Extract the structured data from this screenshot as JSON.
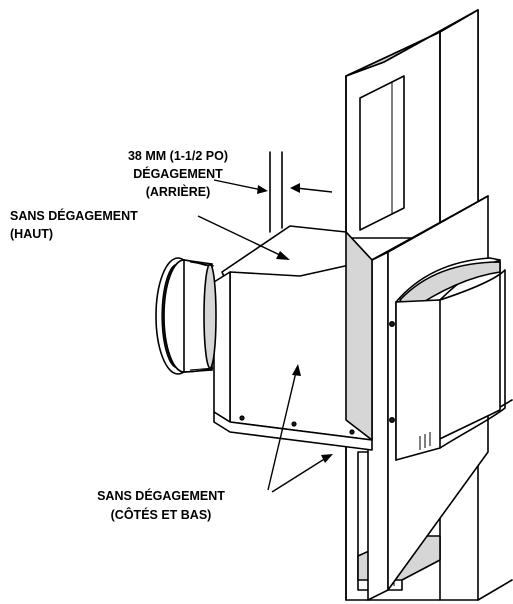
{
  "labels": {
    "clearance_rear_line1": "38 MM (1-1/2 PO)",
    "clearance_rear_line2": "DÉGAGEMENT",
    "clearance_rear_line3": "(ARRIÈRE)",
    "no_clearance_top_line1": "SANS DÉGAGEMENT",
    "no_clearance_top_line2": "(HAUT)",
    "no_clearance_sides_line1": "SANS DÉGAGEMENT",
    "no_clearance_sides_line2": "(CÔTÉS ET BAS)"
  }
}
